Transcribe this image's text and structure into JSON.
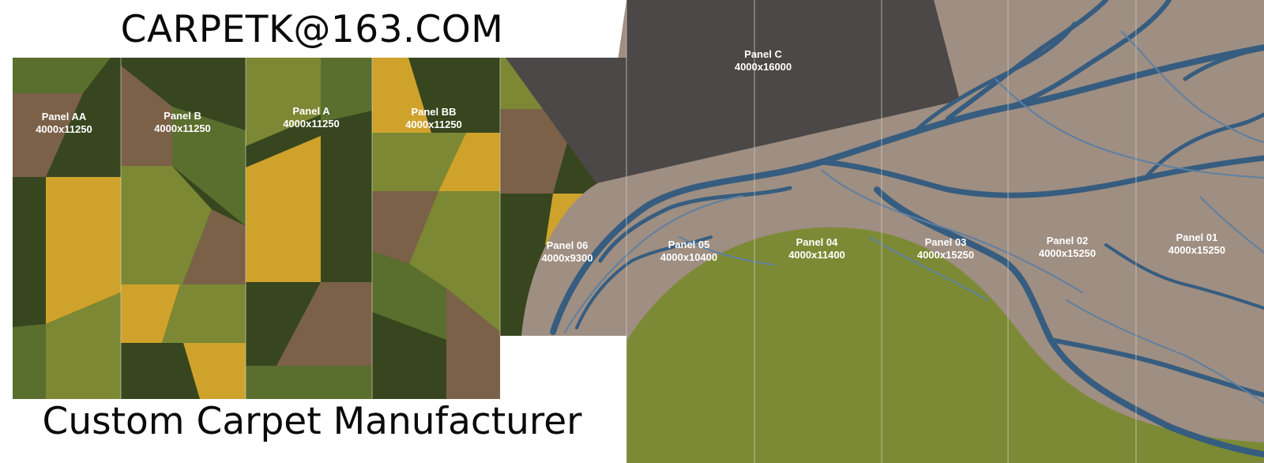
{
  "header": {
    "email": "CARPETK@163.COM"
  },
  "footer": {
    "tagline": "Custom Carpet Manufacturer"
  },
  "panels": [
    {
      "id": "AA",
      "name": "Panel AA",
      "size": "4000x11250"
    },
    {
      "id": "B",
      "name": "Panel B",
      "size": "4000x11250"
    },
    {
      "id": "A",
      "name": "Panel A",
      "size": "4000x11250"
    },
    {
      "id": "BB",
      "name": "Panel BB",
      "size": "4000x11250"
    },
    {
      "id": "C",
      "name": "Panel C",
      "size": "4000x16000"
    },
    {
      "id": "06",
      "name": "Panel 06",
      "size": "4000x9300"
    },
    {
      "id": "05",
      "name": "Panel 05",
      "size": "4000x10400"
    },
    {
      "id": "04",
      "name": "Panel 04",
      "size": "4000x11400"
    },
    {
      "id": "03",
      "name": "Panel 03",
      "size": "4000x15250"
    },
    {
      "id": "02",
      "name": "Panel 02",
      "size": "4000x15250"
    },
    {
      "id": "01",
      "name": "Panel 01",
      "size": "4000x15250"
    }
  ],
  "colors": {
    "dark_green": "#37461e",
    "mid_green": "#5a6e2e",
    "olive": "#7c8834",
    "mustard": "#cfa22c",
    "brown": "#7b6148",
    "charcoal": "#4b4847",
    "taupe": "#9f8e82",
    "grass": "#7d8a35",
    "river": "#365d7f",
    "river_light": "#5d80a2"
  }
}
